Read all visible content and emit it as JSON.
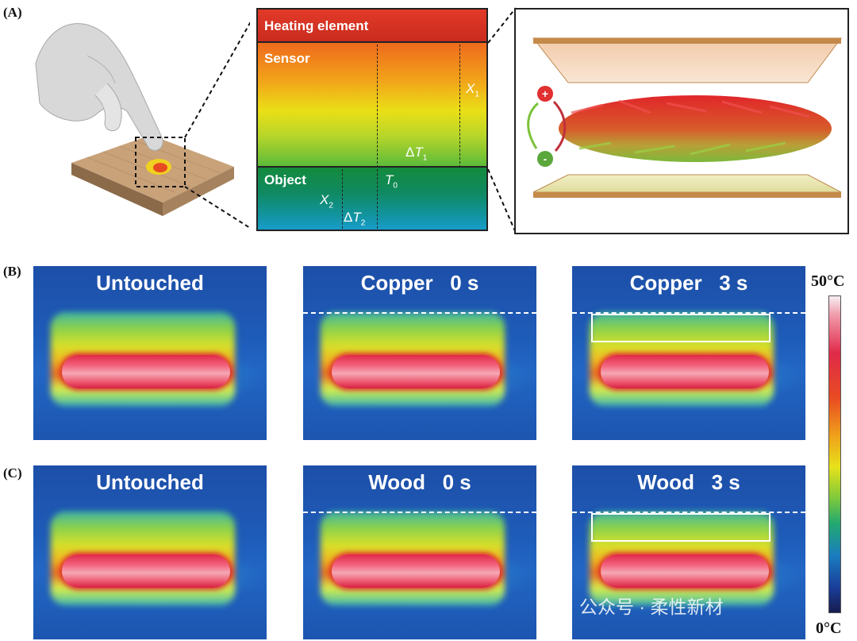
{
  "panel_labels": {
    "a": "(A)",
    "b": "(B)",
    "c": "(C)"
  },
  "schematic": {
    "heating_element": "Heating element",
    "sensor": "Sensor",
    "object": "Object",
    "x1": "X",
    "x1_sub": "1",
    "dt1_delta": "Δ",
    "dt1": "T",
    "dt1_sub": "1",
    "t0": "T",
    "t0_sub": "0",
    "x2": "X",
    "x2_sub": "2",
    "dt2_delta": "Δ",
    "dt2": "T",
    "dt2_sub": "2"
  },
  "thermal_row_b": [
    {
      "title": "Untouched"
    },
    {
      "title": "Copper   0 s"
    },
    {
      "title": "Copper   3 s"
    }
  ],
  "thermal_row_c": [
    {
      "title": "Untouched"
    },
    {
      "title": "Wood   0 s"
    },
    {
      "title": "Wood   3 s"
    }
  ],
  "colorbar": {
    "max": "50°C",
    "min": "0°C"
  },
  "watermark": "公众号 · 柔性新材",
  "colors": {
    "hot": "#e02a4a",
    "cold": "#171c4e",
    "background_blue": "#1e5bb8"
  }
}
